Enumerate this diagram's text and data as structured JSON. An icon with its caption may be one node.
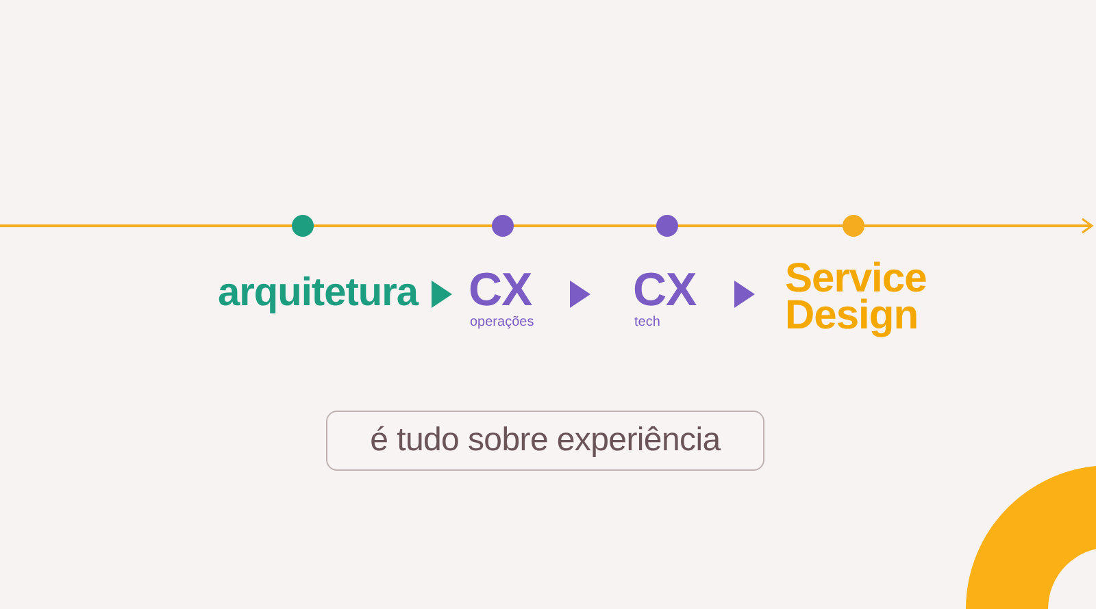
{
  "diagram": {
    "nodes": [
      {
        "text": [],
        "shape": "circle"
      },
      {
        "text": [],
        "shape": "circle"
      },
      {
        "text": [],
        "shape": "circle"
      },
      {
        "text": [],
        "shape": "circle"
      },
      {
        "text": [
          "arquitetura"
        ]
      },
      {
        "text": [
          "CX",
          "operações"
        ]
      },
      {
        "text": [
          "CX",
          "tech"
        ]
      },
      {
        "text": [
          "Service Design"
        ]
      },
      {
        "text": [
          "é tudo sobre experiência"
        ]
      }
    ],
    "edges": [
      {
        "from": null,
        "to": 0,
        "arrow": "none"
      },
      {
        "from": 0,
        "to": 1,
        "arrow": "none"
      },
      {
        "from": 1,
        "to": 2,
        "arrow": "none"
      },
      {
        "from": 2,
        "to": 3,
        "arrow": "none"
      },
      {
        "from": 3,
        "to": null,
        "arrow": "to"
      },
      {
        "from": 4,
        "to": 5,
        "arrow": "to",
        "color": "#1e9e80"
      },
      {
        "from": 5,
        "to": 6,
        "arrow": "to",
        "color": "#7b5cc4"
      },
      {
        "from": 6,
        "to": 7,
        "arrow": "to",
        "color": "#7b5cc4"
      }
    ]
  }
}
